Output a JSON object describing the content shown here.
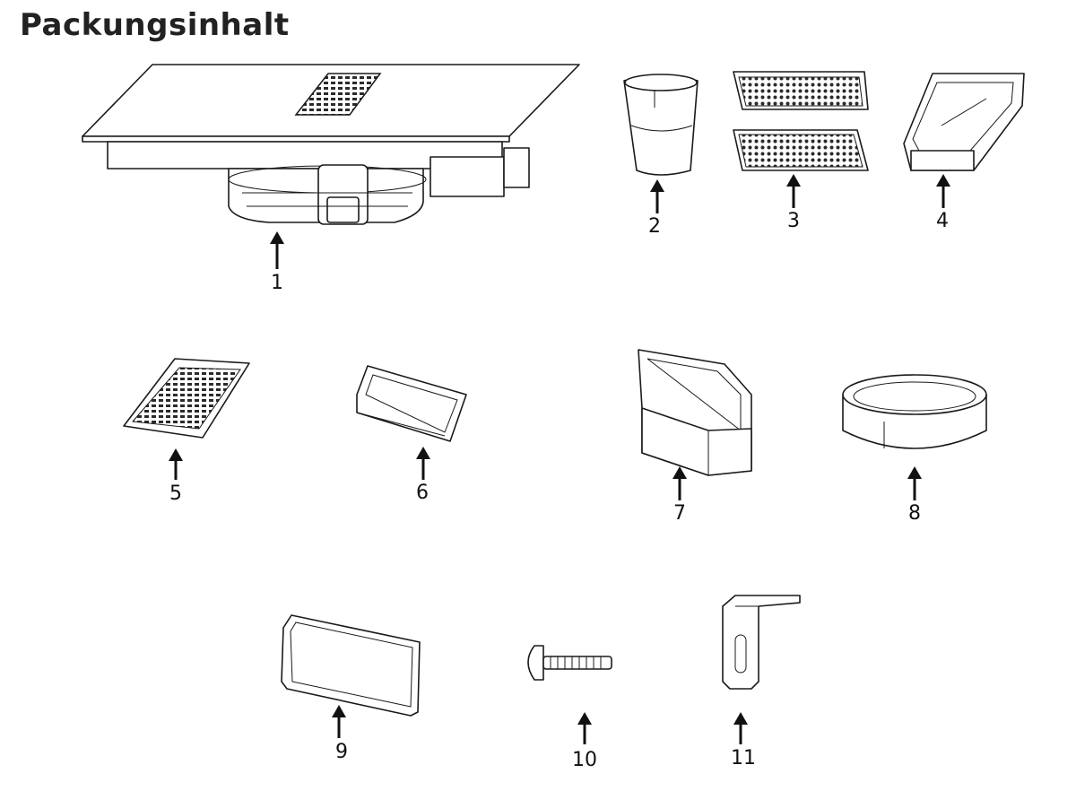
{
  "title": "Packungsinhalt",
  "items": [
    {
      "number": "1"
    },
    {
      "number": "2"
    },
    {
      "number": "3"
    },
    {
      "number": "4"
    },
    {
      "number": "5"
    },
    {
      "number": "6"
    },
    {
      "number": "7"
    },
    {
      "number": "8"
    },
    {
      "number": "9"
    },
    {
      "number": "10"
    },
    {
      "number": "11"
    }
  ]
}
